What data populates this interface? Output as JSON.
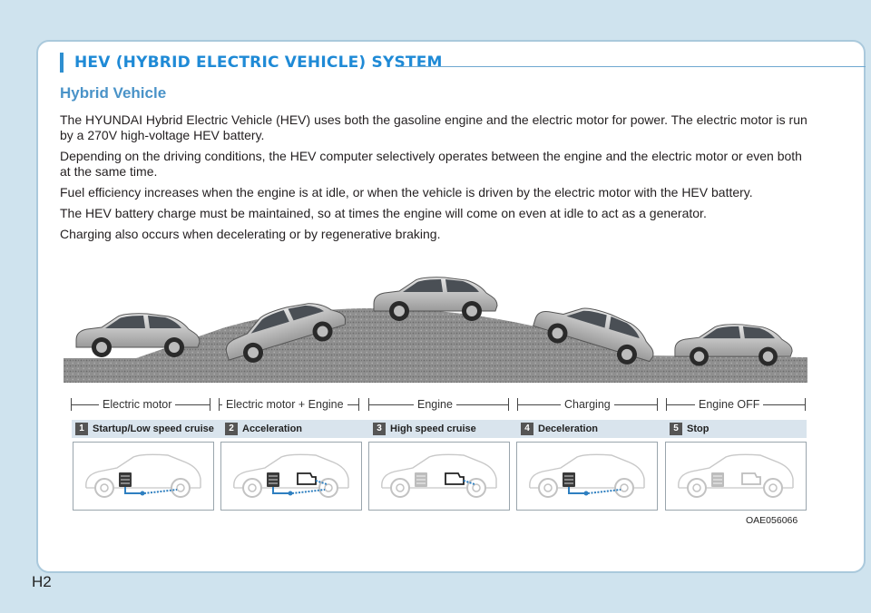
{
  "section_title": "HEV (HYBRID ELECTRIC VEHICLE) SYSTEM",
  "sub_heading": "Hybrid Vehicle",
  "paragraphs": [
    "The HYUNDAI Hybrid Electric Vehicle (HEV) uses both the gasoline engine and the electric motor for power. The electric motor is run by a 270V high-voltage HEV battery.",
    "Depending on the driving conditions, the HEV computer selectively operates between the engine and the electric motor or even both at the same time.",
    "Fuel efficiency increases when the engine is at idle, or when the vehicle is driven by the electric motor with the HEV battery.",
    "The HEV battery charge must be maintained, so at times the engine will come on even at idle to act as a generator.",
    "Charging also occurs when decelerating or by regenerative braking."
  ],
  "stages": [
    "Electric motor",
    "Electric motor + Engine",
    "Engine",
    "Charging",
    "Engine OFF"
  ],
  "modes": [
    {
      "num": "1",
      "label": "Startup/Low speed cruise",
      "battery": "active",
      "engine": "none",
      "flow": "battery-to-wheel"
    },
    {
      "num": "2",
      "label": "Acceleration",
      "battery": "active",
      "engine": "active",
      "flow": "both"
    },
    {
      "num": "3",
      "label": "High speed cruise",
      "battery": "inactive",
      "engine": "active",
      "flow": "engine-to-wheel"
    },
    {
      "num": "4",
      "label": "Deceleration",
      "battery": "active",
      "engine": "none",
      "flow": "wheel-to-battery"
    },
    {
      "num": "5",
      "label": "Stop",
      "battery": "inactive",
      "engine": "inactive",
      "flow": "none"
    }
  ],
  "image_code": "OAE056066",
  "page_number": "H2",
  "colors": {
    "accent": "#1f8ad6",
    "sub_heading": "#4a93c8",
    "panel_border": "#aac9dc",
    "mode_bar": "#d9e4ed",
    "flow": "#2e7fc0"
  }
}
